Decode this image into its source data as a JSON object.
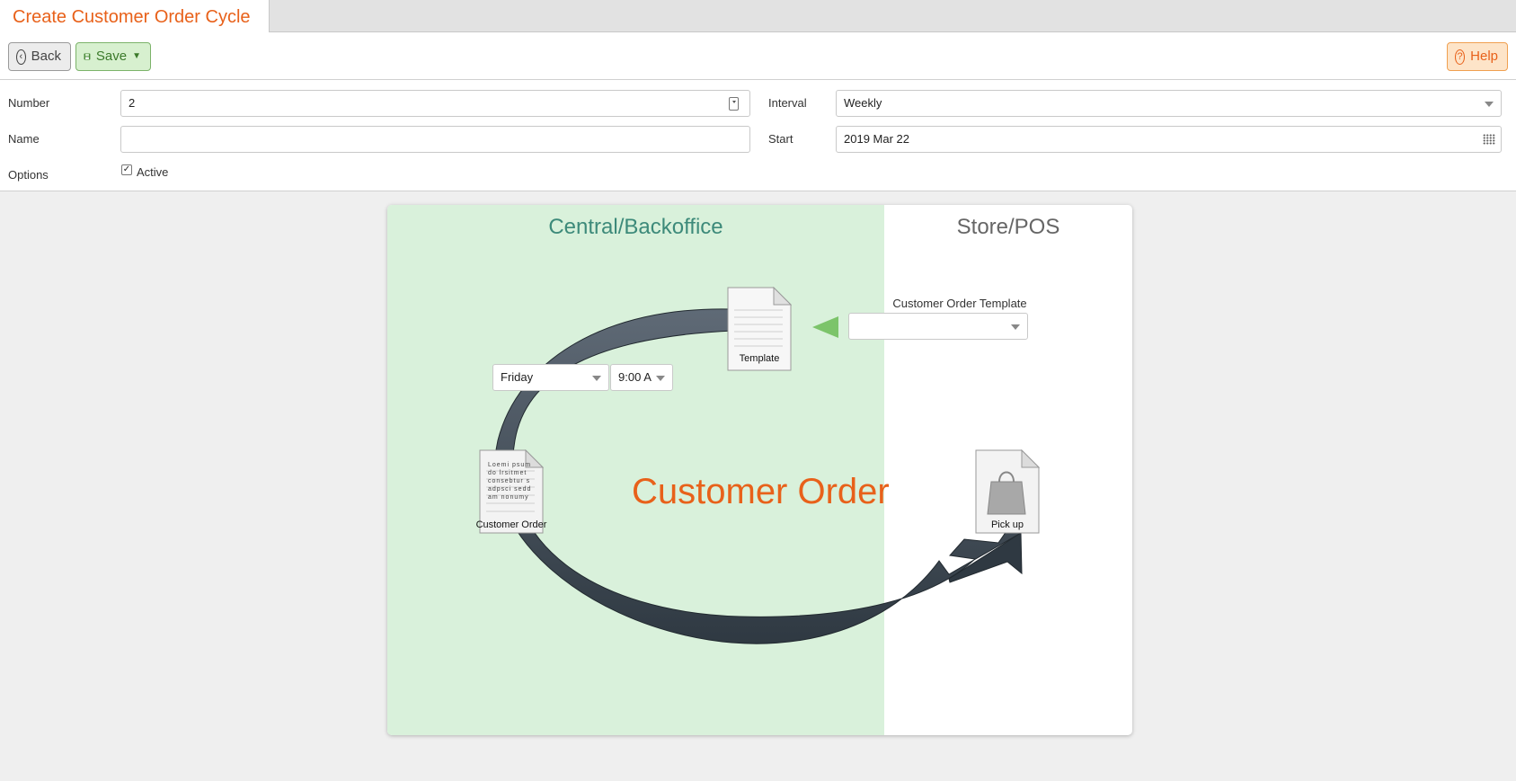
{
  "tab": {
    "title": "Create Customer Order Cycle"
  },
  "toolbar": {
    "back_label": "Back",
    "save_label": "Save",
    "help_label": "Help"
  },
  "form": {
    "number_label": "Number",
    "number_value": "2",
    "name_label": "Name",
    "name_value": "",
    "options_label": "Options",
    "active_label": "Active",
    "active_checked": true,
    "interval_label": "Interval",
    "interval_value": "Weekly",
    "start_label": "Start",
    "start_value": "2019 Mar 22"
  },
  "diagram": {
    "central_title": "Central/Backoffice",
    "store_title": "Store/POS",
    "center_title": "Customer Order",
    "day_value": "Friday",
    "time_value": "9:00 A",
    "template_doc_label": "Template",
    "order_doc_label": "Customer Order",
    "order_doc_text": "Loemi psumdo lrsitmet consebtur sadpsci seddam nonumy",
    "pickup_label": "Pick up",
    "template_select_label": "Customer Order Template",
    "template_select_value": ""
  },
  "colors": {
    "accent": "#e8611a",
    "central_title": "#3d8a7a",
    "store_title": "#666666",
    "central_zone": "#d9f1db",
    "arrow": "#3c4650",
    "left_arrow": "#7cc46a"
  }
}
